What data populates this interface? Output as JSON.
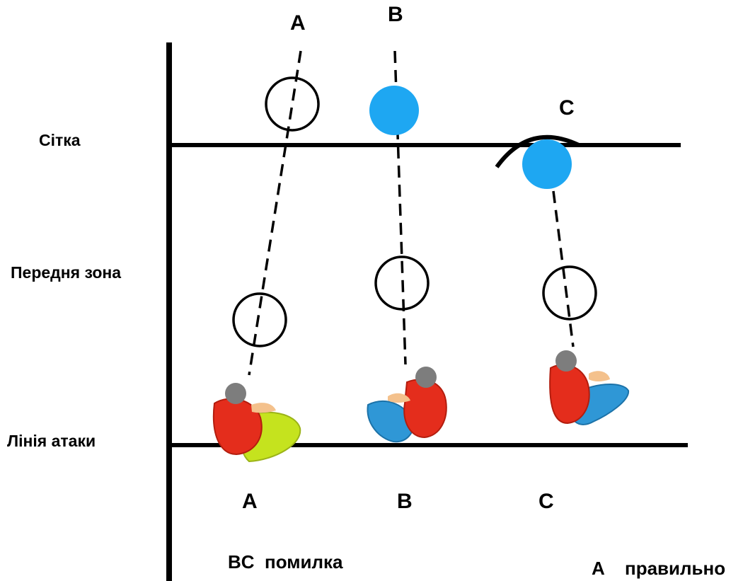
{
  "labels": {
    "net": "Сітка",
    "front_zone": "Передня зона",
    "attack_line": "Лінія атаки"
  },
  "columns": {
    "top": [
      "A",
      "B",
      "C"
    ],
    "bottom": [
      "A",
      "B",
      "C"
    ]
  },
  "legend": {
    "errors": "BC  помилка",
    "correct_letter": "A",
    "correct_word": "правильно"
  },
  "colors": {
    "line": "#000000",
    "ball": "#1ea7f2",
    "shirt": "#e42d1c",
    "head": "#7d7d7d",
    "legs_a": "#c5e31e",
    "legs_bc": "#2f97d6",
    "skin": "#f4c18c"
  }
}
